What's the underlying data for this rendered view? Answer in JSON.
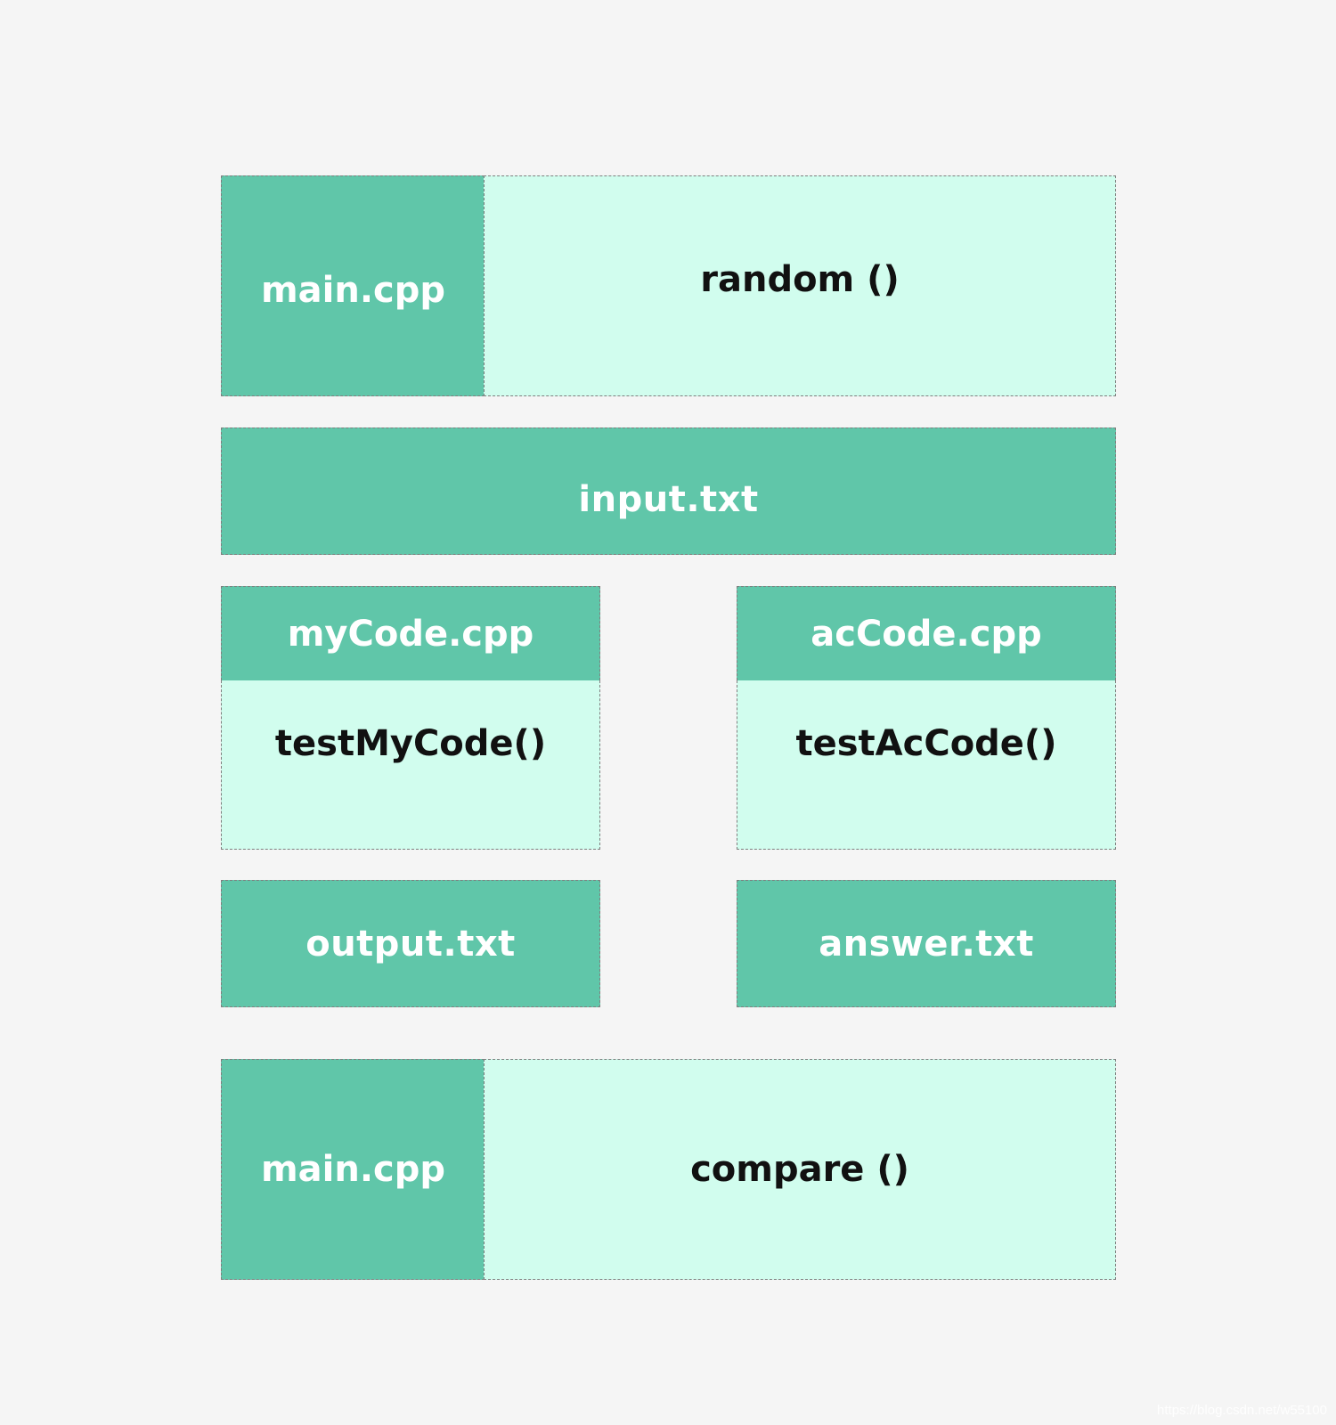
{
  "top_block": {
    "file_label": "main.cpp",
    "function_label": "random ()"
  },
  "input_file": "input.txt",
  "left_column": {
    "file_label": "myCode.cpp",
    "function_label": "testMyCode()",
    "output_label": "output.txt"
  },
  "right_column": {
    "file_label": "acCode.cpp",
    "function_label": "testAcCode()",
    "output_label": "answer.txt"
  },
  "bottom_block": {
    "file_label": "main.cpp",
    "function_label": "compare ()"
  },
  "watermark": "https://blog.csdn.net/w55100",
  "colors": {
    "dark_green": "#60c6a9",
    "light_green": "#d1fdee",
    "background": "#f5f5f5",
    "dashed_border": "#7f7f7f"
  }
}
